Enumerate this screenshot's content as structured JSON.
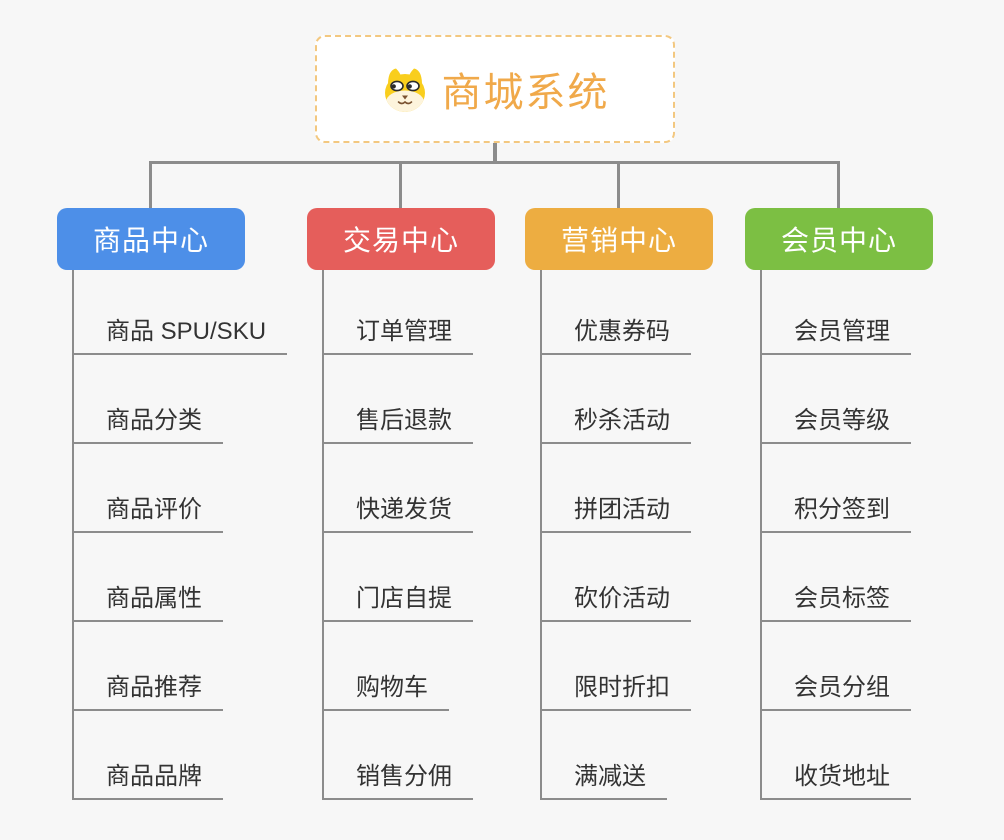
{
  "background_color": "#f7f7f7",
  "connector_color": "#8c8c8c",
  "root": {
    "title": "商城系统",
    "text_color": "#f0a94a",
    "border_color": "#f3c880",
    "icon": "dog-face-icon"
  },
  "branches": [
    {
      "label": "商品中心",
      "color": "#4d8fe8",
      "children": [
        "商品 SPU/SKU",
        "商品分类",
        "商品评价",
        "商品属性",
        "商品推荐",
        "商品品牌"
      ]
    },
    {
      "label": "交易中心",
      "color": "#e55e5b",
      "children": [
        "订单管理",
        "售后退款",
        "快递发货",
        "门店自提",
        "购物车",
        "销售分佣"
      ]
    },
    {
      "label": "营销中心",
      "color": "#edad41",
      "children": [
        "优惠券码",
        "秒杀活动",
        "拼团活动",
        "砍价活动",
        "限时折扣",
        "满减送"
      ]
    },
    {
      "label": "会员中心",
      "color": "#7cbf43",
      "children": [
        "会员管理",
        "会员等级",
        "积分签到",
        "会员标签",
        "会员分组",
        "收货地址"
      ]
    }
  ]
}
